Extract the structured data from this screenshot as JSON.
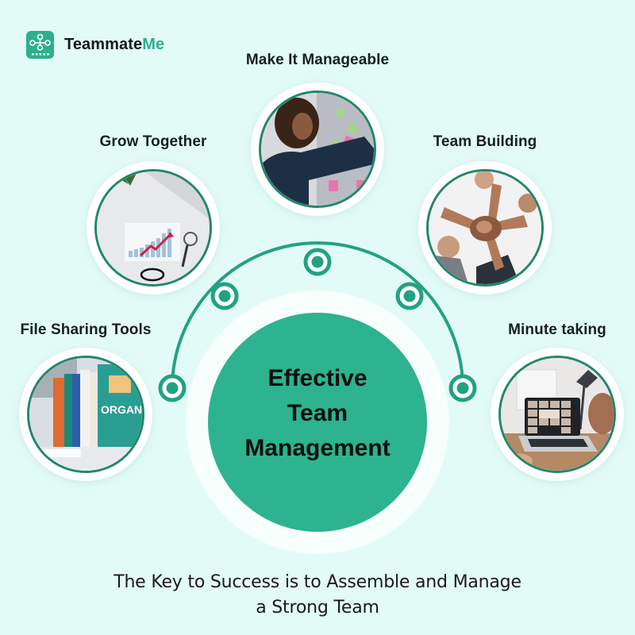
{
  "brand": {
    "name_main": "Teammate",
    "name_accent": "Me",
    "logo_icon": "team-network-icon",
    "accent_color": "#2bb08d"
  },
  "colors": {
    "background": "#e3fbf7",
    "primary_green": "#2db38f",
    "dark_green_border": "#22876c",
    "text_dark": "#15201e"
  },
  "center": {
    "line1": "Effective",
    "line2": "Team",
    "line3": "Management"
  },
  "items": [
    {
      "id": "make-it-manageable",
      "label": "Make It Manageable",
      "image": "woman-arranging-sticky-notes-photo"
    },
    {
      "id": "grow-together",
      "label": "Grow Together",
      "image": "growth-chart-desk-photo"
    },
    {
      "id": "team-building",
      "label": "Team Building",
      "image": "team-fist-bump-photo"
    },
    {
      "id": "file-sharing-tools",
      "label": "File Sharing Tools",
      "image": "binders-organize-photo",
      "photo_text": "ORGANIZ"
    },
    {
      "id": "minute-taking",
      "label": "Minute taking",
      "image": "video-call-laptop-photo"
    }
  ],
  "connector_nodes": 5,
  "tagline": {
    "line1": "The Key to Success is to Assemble and Manage",
    "line2": "a Strong Team"
  }
}
